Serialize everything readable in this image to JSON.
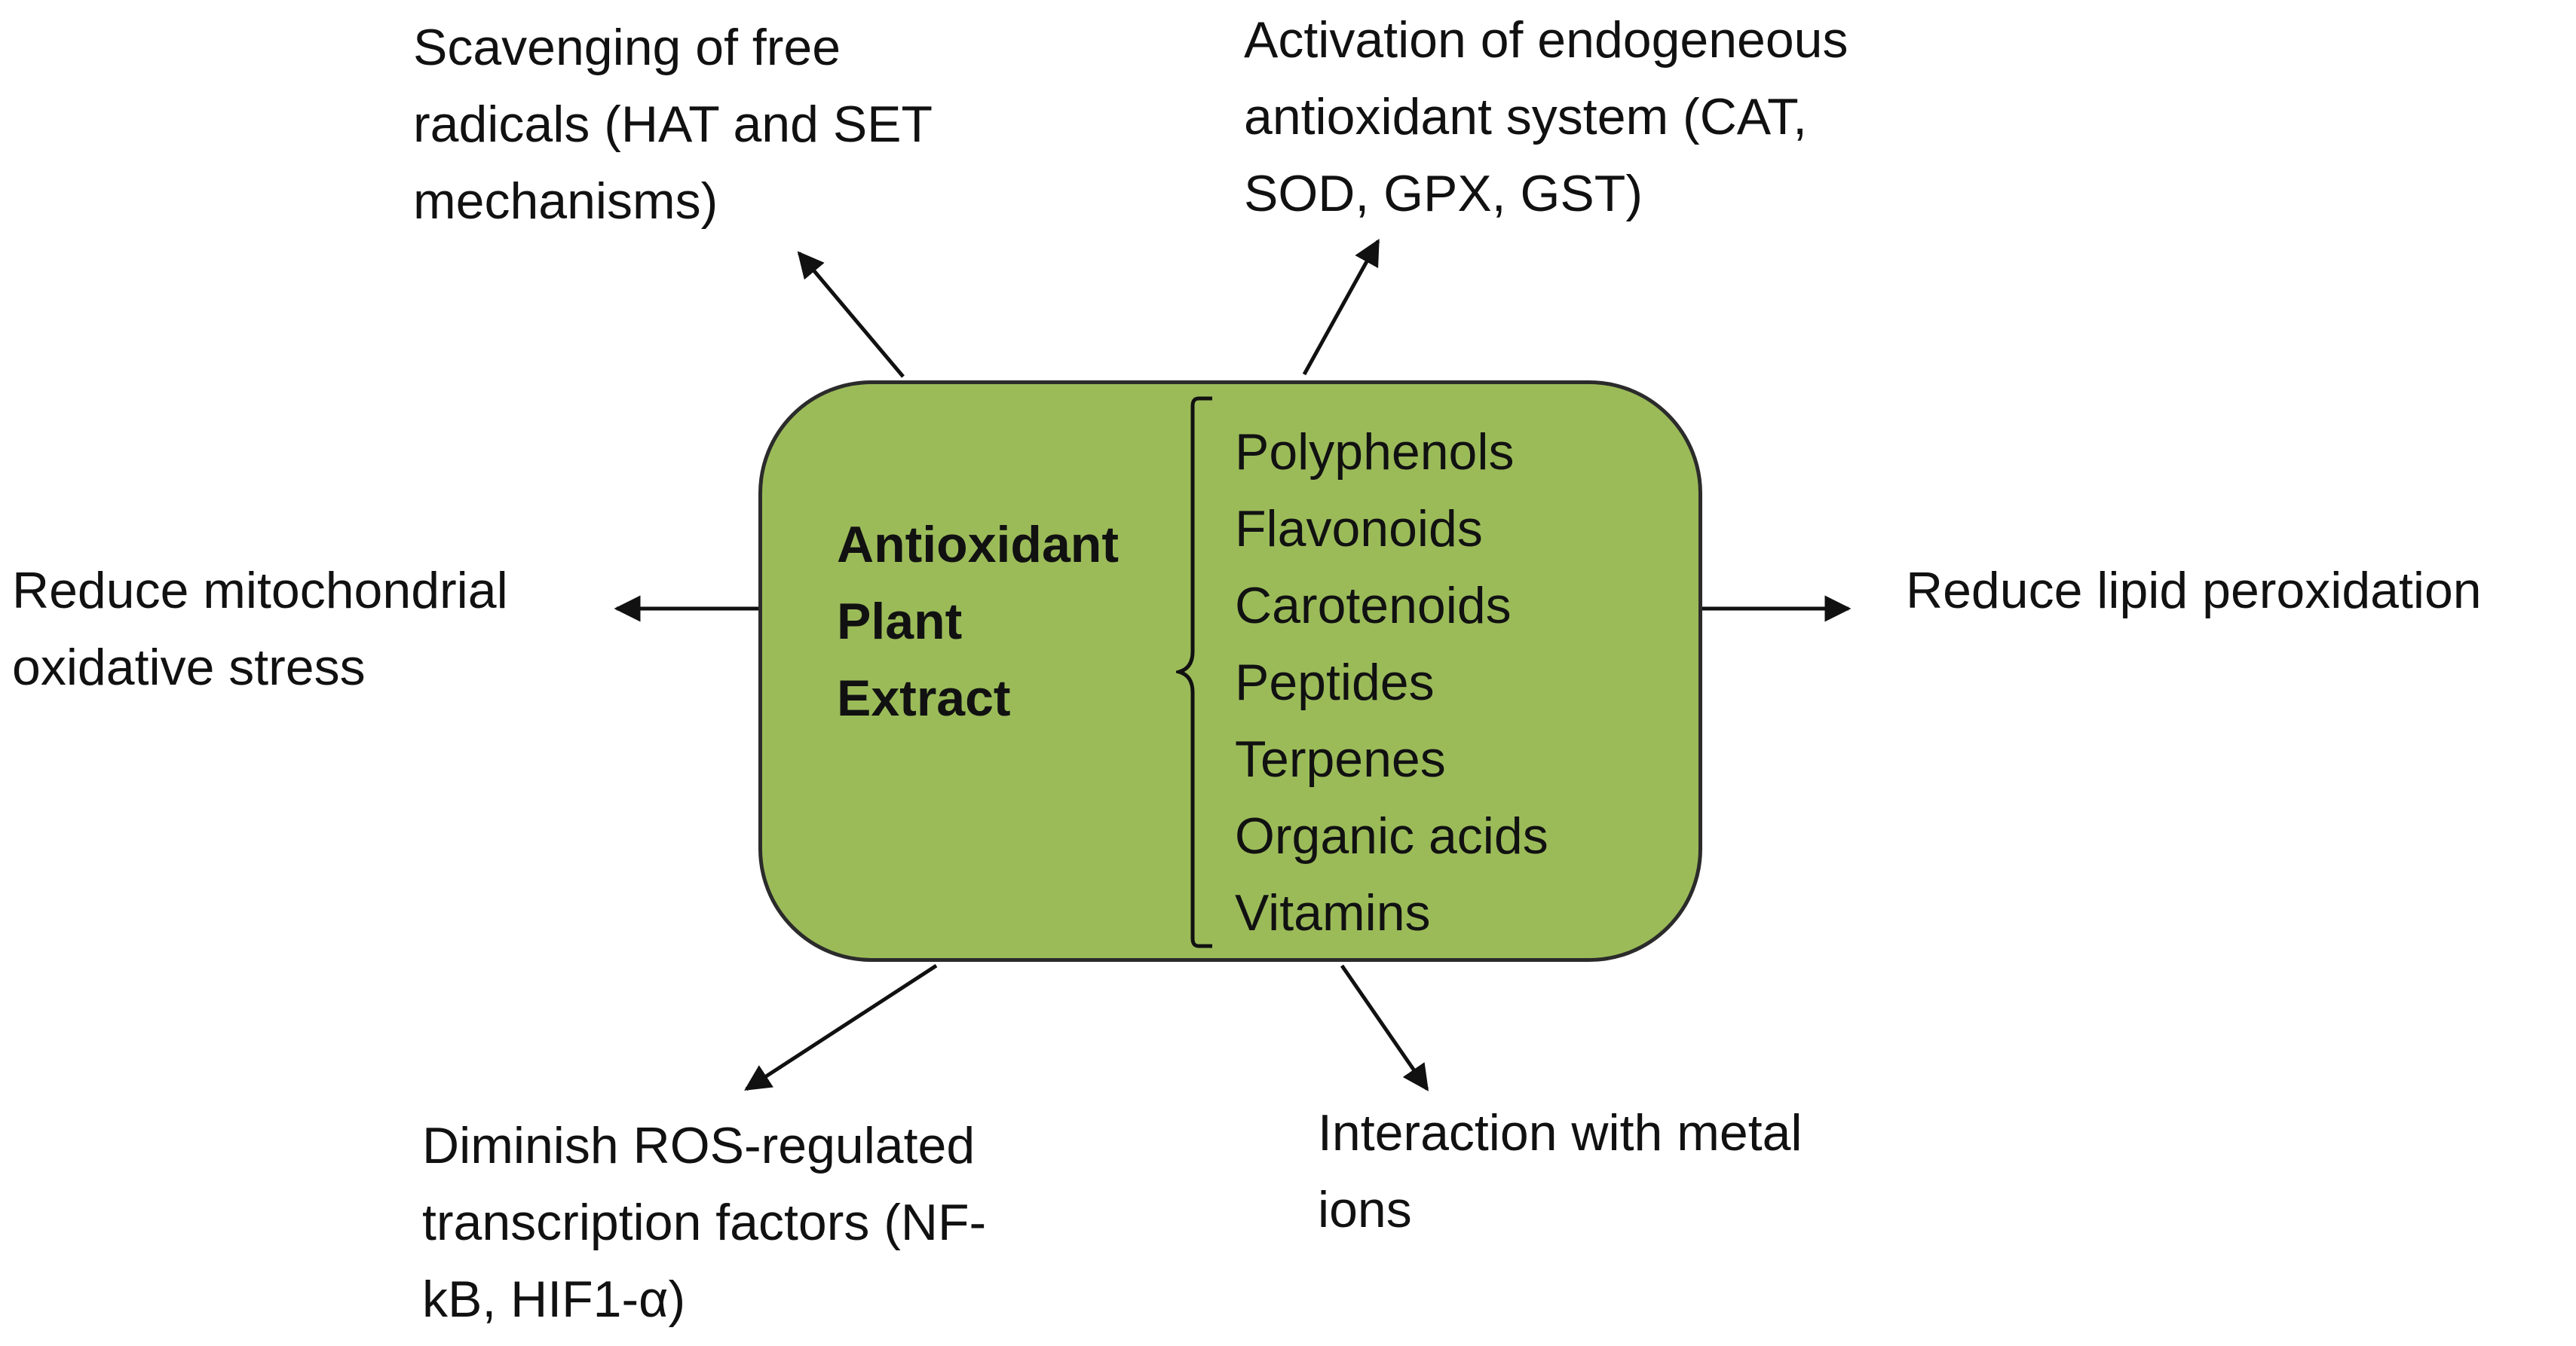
{
  "center": {
    "title": "Antioxidant\nPlant\nExtract",
    "fill_color": "#9bbb59",
    "compound_classes": [
      "Polyphenols",
      "Flavonoids",
      "Carotenoids",
      "Peptides",
      "Terpenes",
      "Organic acids",
      "Vitamins"
    ]
  },
  "effects": {
    "scavenging": "Scavenging of free\nradicals (HAT and SET\nmechanisms)",
    "activation": "Activation of endogeneous\nantioxidant system (CAT,\nSOD, GPX, GST)",
    "mitochondrial": "Reduce mitochondrial\noxidative stress",
    "lipid": "Reduce lipid peroxidation",
    "ros": "Diminish ROS-regulated\ntranscription factors (NF-\nkB, HIF1-α)",
    "metal": "Interaction with metal\nions"
  }
}
